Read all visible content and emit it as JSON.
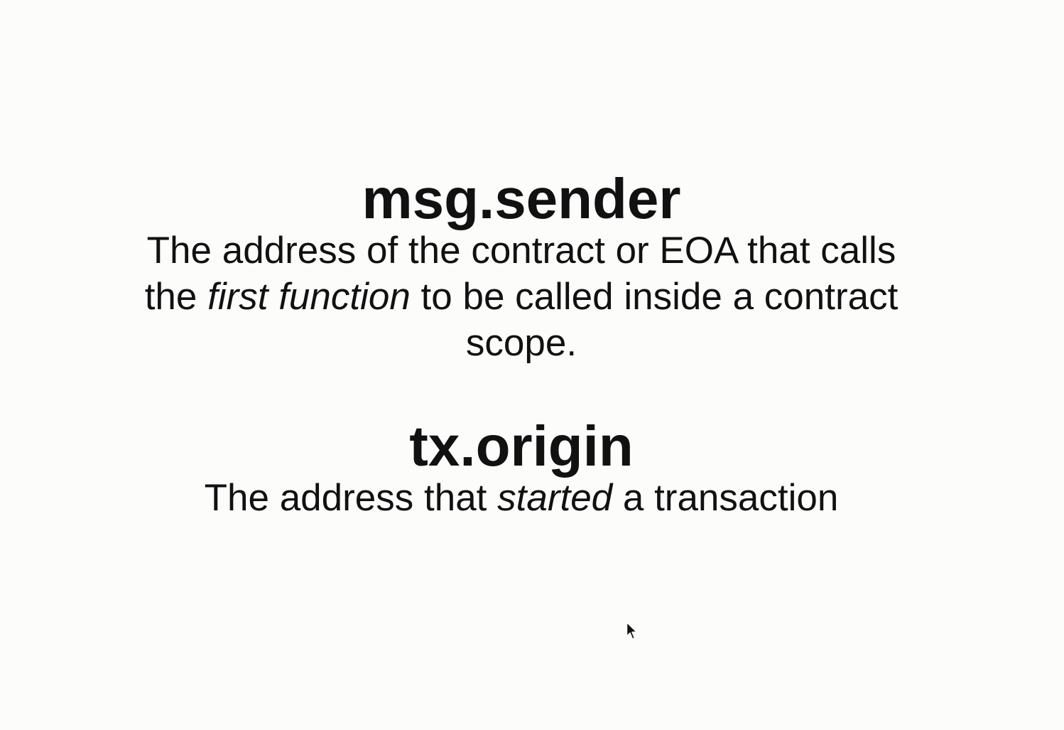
{
  "msg_sender": {
    "term": "msg.sender",
    "description": {
      "line1": "The address of the contract or EOA that calls",
      "line2_before": "the ",
      "line2_emphasis": "first function",
      "line2_after": " to be called inside a contract",
      "line3": "scope."
    }
  },
  "tx_origin": {
    "term": "tx.origin",
    "description": {
      "before": "The address that ",
      "emphasis": "started",
      "after": " a transaction"
    }
  },
  "cursor": {
    "icon": "mouse-pointer-icon"
  },
  "colors": {
    "background": "#fcfcfb",
    "text": "#111111"
  }
}
